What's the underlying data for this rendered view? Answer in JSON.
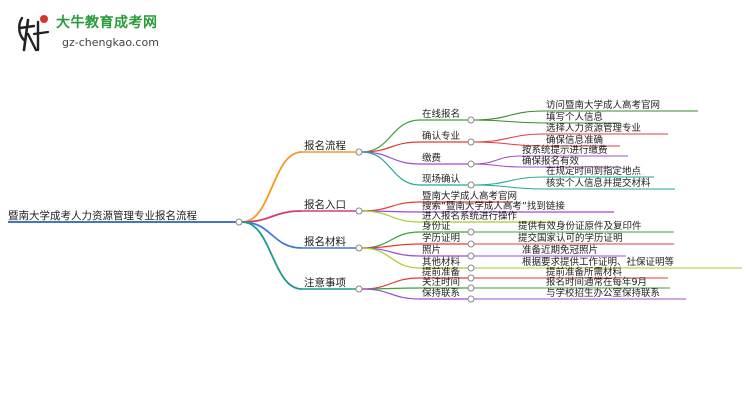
{
  "logo": {
    "title": "大牛教育成考网",
    "url": "gz-chengkao.com"
  },
  "colors": {
    "root": "#2b62b9",
    "branch1": "#f29b27",
    "branch2": "#d03e7a",
    "branch3": "#3f7bd6",
    "branch4": "#1e9a8e",
    "green": "#3aa33a",
    "red": "#e23b3b",
    "purple": "#a24bd0",
    "yellowgreen": "#a7cc28",
    "teal": "#26a69a",
    "blue": "#4a79d9",
    "darkgreen": "#3b8a2c"
  },
  "mindmap": {
    "root": "暨南大学成考人力资源管理专业报名流程",
    "branches": [
      {
        "label": "报名流程",
        "children": [
          {
            "label": "在线报名",
            "children": [
              "访问暨南大学成人高考官网",
              "填写个人信息"
            ]
          },
          {
            "label": "确认专业",
            "children": [
              "选择人力资源管理专业",
              "确保信息准确"
            ]
          },
          {
            "label": "缴费",
            "children": [
              "按系统提示进行缴费",
              "确保报名有效"
            ]
          },
          {
            "label": "现场确认",
            "children": [
              "在规定时间到指定地点",
              "核实个人信息并提交材料"
            ]
          }
        ]
      },
      {
        "label": "报名入口",
        "children": [
          {
            "label": "暨南大学成人高考官网",
            "children": []
          },
          {
            "label": "搜索“暨南大学成人高考”找到链接",
            "children": []
          },
          {
            "label": "进入报名系统进行操作",
            "children": []
          }
        ]
      },
      {
        "label": "报名材料",
        "children": [
          {
            "label": "身份证",
            "children": [
              "提供有效身份证原件及复印件"
            ]
          },
          {
            "label": "学历证明",
            "children": [
              "提交国家认可的学历证明"
            ]
          },
          {
            "label": "照片",
            "children": [
              "准备近期免冠照片"
            ]
          },
          {
            "label": "其他材料",
            "children": [
              "根据要求提供工作证明、社保证明等"
            ]
          }
        ]
      },
      {
        "label": "注意事项",
        "children": [
          {
            "label": "提前准备",
            "children": [
              "提前准备所需材料"
            ]
          },
          {
            "label": "关注时间",
            "children": [
              "报名时间通常在每年9月"
            ]
          },
          {
            "label": "保持联系",
            "children": [
              "与学校招生办公室保持联系"
            ]
          }
        ]
      }
    ]
  }
}
